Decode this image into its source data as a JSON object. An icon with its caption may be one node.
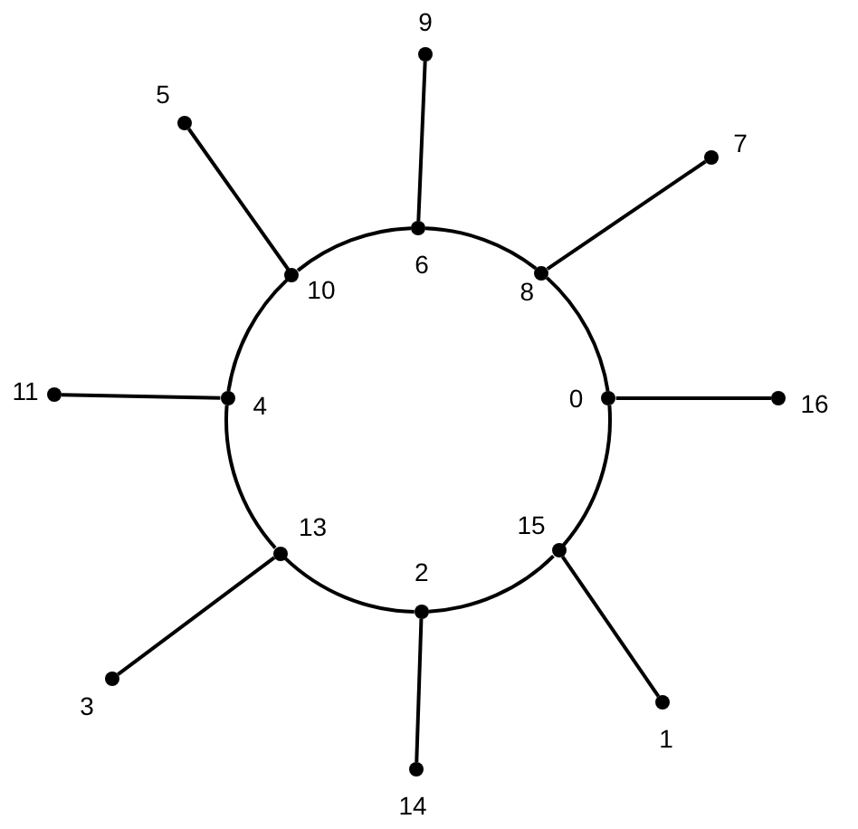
{
  "diagram": {
    "nodes": [
      {
        "text": [],
        "shape": "circle",
        "beside": [
          "9"
        ]
      },
      {
        "text": [],
        "shape": "circle",
        "beside": [
          "5"
        ]
      },
      {
        "text": [],
        "shape": "circle",
        "beside": [
          "7"
        ]
      },
      {
        "text": [],
        "shape": "circle",
        "beside": [
          "6"
        ]
      },
      {
        "text": [],
        "shape": "circle",
        "beside": [
          "10"
        ]
      },
      {
        "text": [],
        "shape": "circle",
        "beside": [
          "8"
        ]
      },
      {
        "text": [],
        "shape": "circle",
        "beside": [
          "11"
        ]
      },
      {
        "text": [],
        "shape": "circle",
        "beside": [
          "4"
        ]
      },
      {
        "text": [],
        "shape": "circle",
        "beside": [
          "0"
        ]
      },
      {
        "text": [],
        "shape": "circle",
        "beside": [
          "16"
        ]
      },
      {
        "text": [],
        "shape": "circle",
        "beside": [
          "13"
        ]
      },
      {
        "text": [],
        "shape": "circle",
        "beside": [
          "15"
        ]
      },
      {
        "text": [],
        "shape": "circle",
        "beside": [
          "2"
        ]
      },
      {
        "text": [],
        "shape": "circle",
        "beside": [
          "3"
        ]
      },
      {
        "text": [],
        "shape": "circle",
        "beside": [
          "1"
        ]
      },
      {
        "text": [],
        "shape": "circle",
        "beside": [
          "14"
        ]
      }
    ],
    "edges": [
      {
        "from": 3,
        "to": 5,
        "arrow": "none"
      },
      {
        "from": 5,
        "to": 8,
        "arrow": "none"
      },
      {
        "from": 8,
        "to": 11,
        "arrow": "none"
      },
      {
        "from": 11,
        "to": 12,
        "arrow": "none"
      },
      {
        "from": 12,
        "to": 10,
        "arrow": "none"
      },
      {
        "from": 10,
        "to": 7,
        "arrow": "none"
      },
      {
        "from": 7,
        "to": 4,
        "arrow": "none"
      },
      {
        "from": 4,
        "to": 3,
        "arrow": "none"
      },
      {
        "from": 3,
        "to": 0,
        "arrow": "none"
      },
      {
        "from": 5,
        "to": 2,
        "arrow": "none"
      },
      {
        "from": 8,
        "to": 9,
        "arrow": "none"
      },
      {
        "from": 11,
        "to": 14,
        "arrow": "none"
      },
      {
        "from": 12,
        "to": 15,
        "arrow": "none"
      },
      {
        "from": 10,
        "to": 13,
        "arrow": "none"
      },
      {
        "from": 7,
        "to": 6,
        "arrow": "none"
      },
      {
        "from": 4,
        "to": 1,
        "arrow": "none"
      }
    ]
  }
}
